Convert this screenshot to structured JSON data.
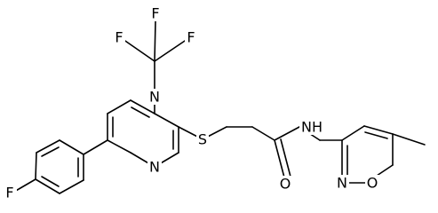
{
  "molecule": {
    "atoms": {
      "fluoro_phenyl": "F",
      "cf3_f_left": "F",
      "cf3_f_top": "F",
      "cf3_f_right": "F",
      "pyrimidine_n_upper": "N",
      "pyrimidine_n_lower": "N",
      "thioether_s": "S",
      "carbonyl_o": "O",
      "amide_nh": "NH",
      "isoxazole_n": "N",
      "isoxazole_o": "O"
    }
  }
}
